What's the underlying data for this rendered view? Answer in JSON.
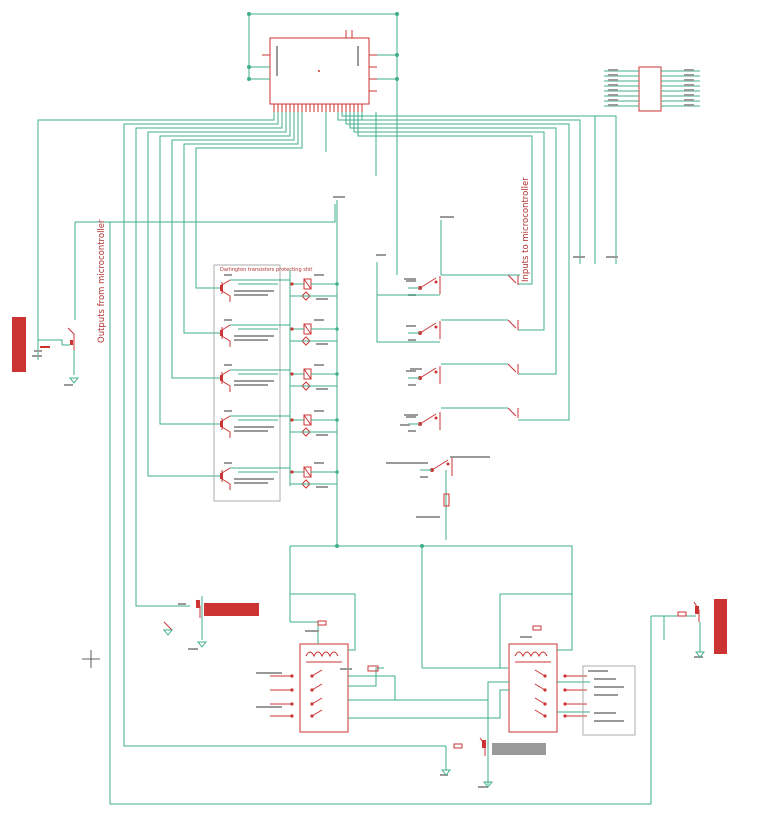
{
  "schematic": {
    "annotations": {
      "outputs_label": "Outputs from microcontroller",
      "inputs_label": "Inputs to microcontroller",
      "darlington_label": "Darlington transistors protecting shit"
    },
    "colors": {
      "wire": "#3fae8c",
      "component": "#cc3333",
      "placeholder_text": "#9a9a9a",
      "connector": "#d94040"
    },
    "icons": [
      "crosshair-icon"
    ]
  }
}
